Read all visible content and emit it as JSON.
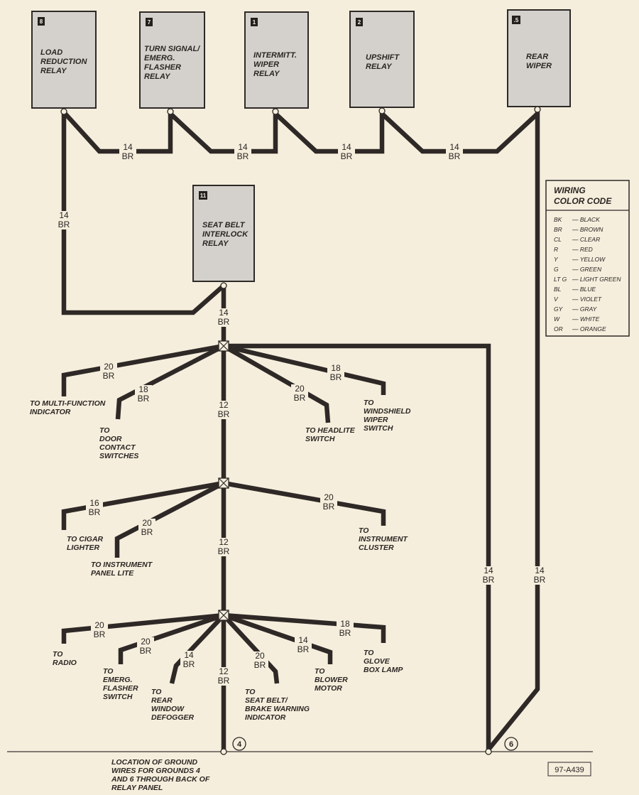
{
  "relays": [
    {
      "number": "8",
      "lines": [
        "LOAD",
        "REDUCTION",
        "RELAY"
      ]
    },
    {
      "number": "7",
      "lines": [
        "TURN SIGNAL/",
        "EMERG.",
        "FLASHER",
        "RELAY"
      ]
    },
    {
      "number": "1",
      "lines": [
        "INTERMITT.",
        "WIPER",
        "RELAY"
      ]
    },
    {
      "number": "2",
      "lines": [
        "UPSHIFT",
        "RELAY"
      ]
    },
    {
      "number": ".5",
      "lines": [
        "REAR",
        "WIPER"
      ]
    },
    {
      "number": "11",
      "lines": [
        "SEAT BELT",
        "INTERLOCK",
        "RELAY"
      ]
    }
  ],
  "wires": [
    {
      "gauge": "14",
      "color": "BR"
    },
    {
      "gauge": "14",
      "color": "BR"
    },
    {
      "gauge": "14",
      "color": "BR"
    },
    {
      "gauge": "14",
      "color": "BR"
    },
    {
      "gauge": "14",
      "color": "BR"
    },
    {
      "gauge": "14",
      "color": "BR"
    },
    {
      "gauge": "20",
      "color": "BR"
    },
    {
      "gauge": "18",
      "color": "BR"
    },
    {
      "gauge": "12",
      "color": "BR"
    },
    {
      "gauge": "20",
      "color": "BR"
    },
    {
      "gauge": "18",
      "color": "BR"
    },
    {
      "gauge": "16",
      "color": "BR"
    },
    {
      "gauge": "20",
      "color": "BR"
    },
    {
      "gauge": "12",
      "color": "BR"
    },
    {
      "gauge": "20",
      "color": "BR"
    },
    {
      "gauge": "20",
      "color": "BR"
    },
    {
      "gauge": "20",
      "color": "BR"
    },
    {
      "gauge": "14",
      "color": "BR"
    },
    {
      "gauge": "12",
      "color": "BR"
    },
    {
      "gauge": "20",
      "color": "BR"
    },
    {
      "gauge": "14",
      "color": "BR"
    },
    {
      "gauge": "18",
      "color": "BR"
    },
    {
      "gauge": "14",
      "color": "BR"
    },
    {
      "gauge": "14",
      "color": "BR"
    }
  ],
  "destinations": [
    {
      "lines": [
        "TO MULTI-FUNCTION",
        "INDICATOR"
      ]
    },
    {
      "lines": [
        "TO",
        "DOOR",
        "CONTACT",
        "SWITCHES"
      ]
    },
    {
      "lines": [
        "TO HEADLITE",
        "SWITCH"
      ]
    },
    {
      "lines": [
        "TO",
        "WINDSHIELD",
        "WIPER",
        "SWITCH"
      ]
    },
    {
      "lines": [
        "TO CIGAR",
        "LIGHTER"
      ]
    },
    {
      "lines": [
        "TO INSTRUMENT",
        "PANEL LITE"
      ]
    },
    {
      "lines": [
        "TO",
        "INSTRUMENT",
        "CLUSTER"
      ]
    },
    {
      "lines": [
        "TO",
        "RADIO"
      ]
    },
    {
      "lines": [
        "TO",
        "EMERG.",
        "FLASHER",
        "SWITCH"
      ]
    },
    {
      "lines": [
        "TO",
        "REAR",
        "WINDOW",
        "DEFOGGER"
      ]
    },
    {
      "lines": [
        "TO",
        "SEAT BELT/",
        "BRAKE WARNING",
        "INDICATOR"
      ]
    },
    {
      "lines": [
        "TO",
        "BLOWER",
        "MOTOR"
      ]
    },
    {
      "lines": [
        "TO",
        "GLOVE",
        "BOX LAMP"
      ]
    }
  ],
  "color_key": {
    "title": [
      "WIRING",
      "COLOR CODE"
    ],
    "entries": [
      {
        "code": "BK",
        "name": "— BLACK"
      },
      {
        "code": "BR",
        "name": "— BROWN"
      },
      {
        "code": "CL",
        "name": "— CLEAR"
      },
      {
        "code": "R",
        "name": "— RED"
      },
      {
        "code": "Y",
        "name": "— YELLOW"
      },
      {
        "code": "G",
        "name": "— GREEN"
      },
      {
        "code": "LT G",
        "name": "— LIGHT GREEN"
      },
      {
        "code": "BL",
        "name": "— BLUE"
      },
      {
        "code": "V",
        "name": "— VIOLET"
      },
      {
        "code": "GY",
        "name": "— GRAY"
      },
      {
        "code": "W",
        "name": "— WHITE"
      },
      {
        "code": "OR",
        "name": "— ORANGE"
      }
    ]
  },
  "grounds": [
    {
      "number": "4"
    },
    {
      "number": "6"
    }
  ],
  "caption": [
    "LOCATION OF GROUND",
    "WIRES FOR GROUNDS 4",
    "AND 6 THROUGH BACK OF",
    "RELAY PANEL"
  ],
  "figure_ref": "97-A439"
}
